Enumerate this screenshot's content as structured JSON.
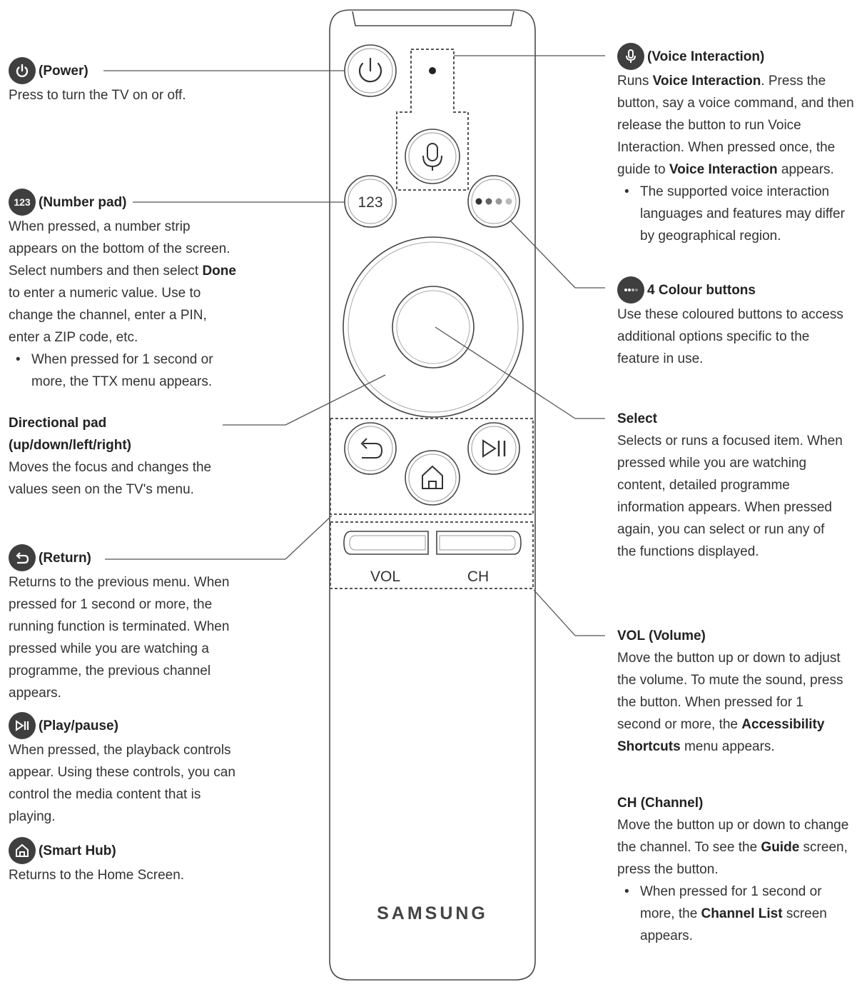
{
  "brand": "SAMSUNG",
  "remote_labels": {
    "num": "123",
    "vol": "VOL",
    "ch": "CH"
  },
  "power": {
    "title": "(Power)",
    "desc": "Press to turn the TV on or off."
  },
  "number_pad": {
    "icon": "123",
    "title": "(Number pad)",
    "desc_a": "When pressed, a number strip appears on the bottom of the screen. Select numbers and then select ",
    "done": "Done",
    "desc_b": " to enter a numeric value. Use to change the channel, enter a PIN, enter a ZIP code, etc.",
    "bullet": "When pressed for 1 second or more, the TTX menu appears."
  },
  "directional_pad": {
    "title": "Directional pad (up/down/left/right)",
    "desc": "Moves the focus and changes the values seen on the TV's menu."
  },
  "return": {
    "title": "(Return)",
    "desc": "Returns to the previous menu. When pressed for 1 second or more, the running function is terminated. When pressed while you are watching a programme, the previous channel appears."
  },
  "play_pause": {
    "title": "(Play/pause)",
    "desc": "When pressed, the playback controls appear. Using these controls, you can control the media content that is playing."
  },
  "smart_hub": {
    "title": "(Smart Hub)",
    "desc": "Returns to the Home Screen."
  },
  "voice": {
    "title": "(Voice Interaction)",
    "p1": "Runs ",
    "b1": "Voice Interaction",
    "p2": ". Press the button, say a voice command, and then release the button to run Voice Interaction. When pressed once, the guide to ",
    "b2": "Voice Interaction",
    "p3": " appears.",
    "bullet": "The supported voice interaction languages and features may differ by geographical region."
  },
  "colour": {
    "title": "4 Colour buttons",
    "desc": "Use these coloured buttons to access additional options specific to the feature in use."
  },
  "select": {
    "title": "Select",
    "desc": "Selects or runs a focused item. When pressed while you are watching content, detailed programme information appears. When pressed again, you can select or run any of the functions displayed."
  },
  "volume": {
    "title": "VOL (Volume)",
    "p1": "Move the button up or down to adjust the volume. To mute the sound, press the button. When pressed for 1 second or more, the ",
    "b1": "Accessibility Shortcuts",
    "p2": " menu appears."
  },
  "channel": {
    "title": "CH (Channel)",
    "p1": "Move the button up or down to change the channel. To see the ",
    "b1": "Guide",
    "p2": " screen, press the button.",
    "bl_a": "When pressed for 1 second or more, the ",
    "bl_b": "Channel List",
    "bl_c": " screen appears."
  }
}
